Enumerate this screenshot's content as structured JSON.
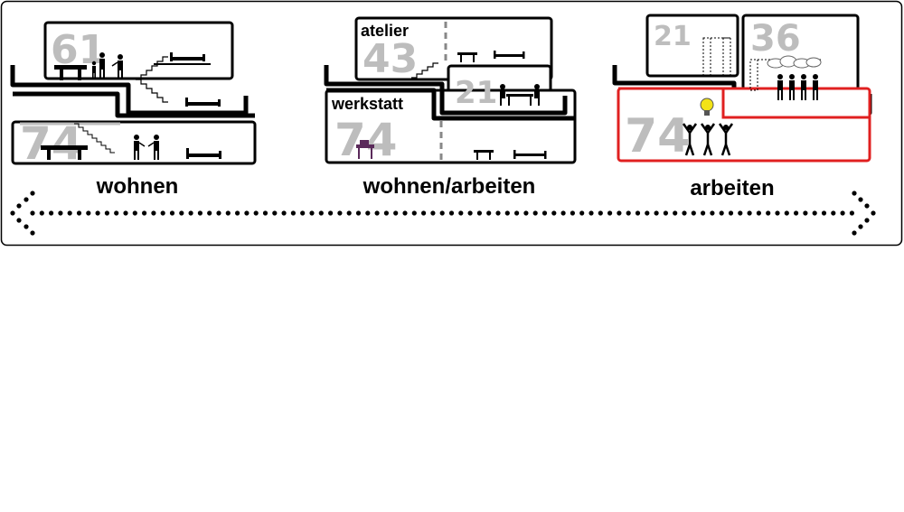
{
  "labels": {
    "wohnen": "wohnen",
    "wohnen_arbeiten": "wohnen/arbeiten",
    "arbeiten": "arbeiten",
    "atelier": "atelier",
    "werkstatt": "werkstatt"
  },
  "numbers": {
    "w_upper": "61",
    "w_lower": "74",
    "wa_atelier": "43",
    "wa_middle": "21",
    "wa_werkstatt": "74",
    "a_upper_left": "21",
    "a_upper_right": "36",
    "a_lower": "74"
  },
  "colors": {
    "highlight_border": "#e02020",
    "lightbulb": "#f2e316",
    "numbers": "#bdbdbd",
    "workbench": "#5a2a5a"
  },
  "icons": [
    "person-icon",
    "table-icon",
    "bed-icon",
    "stair-icon",
    "lightbulb-icon",
    "cloud-icon",
    "scaffold-icon",
    "arrow-icon"
  ]
}
